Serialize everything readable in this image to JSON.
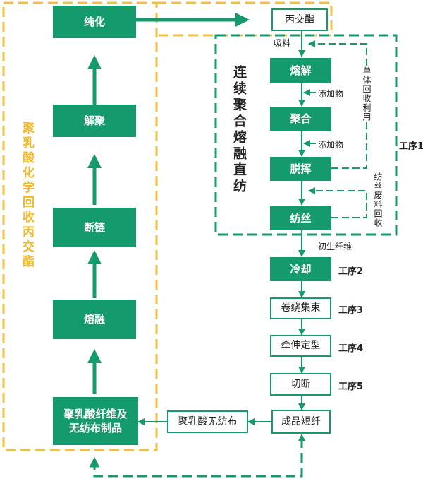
{
  "left_chain": {
    "purify": "纯化",
    "depolymerize": "解聚",
    "break_chain": "断链",
    "melt": "熔融",
    "fiber_products": "聚乳酸纤维及\n无纺布制品"
  },
  "left_title": "聚乳酸化学回收丙交酯",
  "lactide": "丙交酯",
  "feed_label": "吸料",
  "continuous_title": "连续聚合熔融直纺",
  "process_boxes": {
    "melting": "熔解",
    "polymerization": "聚合",
    "devolatilization": "脱挥",
    "spinning": "纺丝",
    "cooling": "冷却",
    "winding": "卷绕集束",
    "drafting": "牵伸定型",
    "cutting": "切断",
    "staple": "成品短纤",
    "nonwoven": "聚乳酸无纺布"
  },
  "labels": {
    "additive_1": "添加物",
    "additive_2": "添加物",
    "as_spun": "初生纤维",
    "monomer_recycle": "单体回收利用",
    "waste_recycle": "纺丝废料回收"
  },
  "steps": {
    "step1": "工序1",
    "step2": "工序2",
    "step3": "工序3",
    "step4": "工序4",
    "step5": "工序5"
  },
  "colors": {
    "green": "#159a6e",
    "yellow": "#f5c042",
    "yellow_text": "#f2b92a"
  }
}
